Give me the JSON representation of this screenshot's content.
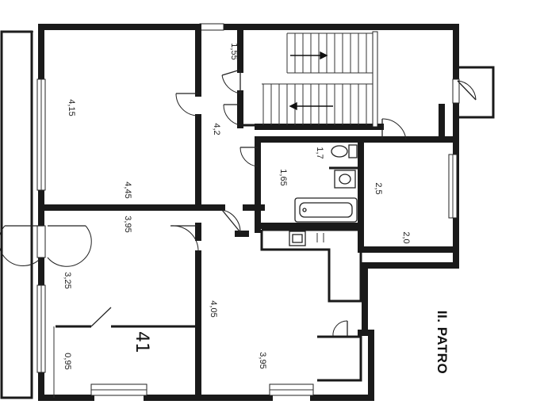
{
  "plan": {
    "floor_label": "II. PATRO",
    "handwritten_note": "41"
  },
  "dimensions": {
    "upper_left_room_width": "4,15",
    "upper_left_room_length": "4,45",
    "corridor_gap": "1,55",
    "corridor_length": "4,2",
    "lower_left_room_length": "3,95",
    "lower_left_room_width": "3,25",
    "small_room_width": "0,95",
    "bottom_room_width": "4,05",
    "bottom_room_length": "3,95",
    "wc_width": "1,7",
    "bathroom_width": "1,65",
    "right_room_width": "2,5",
    "right_room_length": "2,0"
  }
}
